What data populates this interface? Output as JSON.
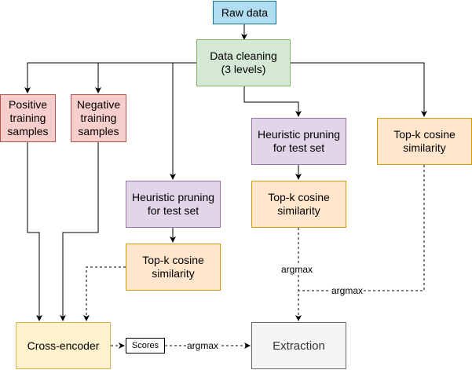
{
  "diagram": {
    "nodes": {
      "raw_data": "Raw data",
      "data_cleaning": "Data cleaning\n(3 levels)",
      "positive_samples": "Positive training samples",
      "negative_samples": "Negative training samples",
      "heuristic_left": "Heuristic pruning for test set",
      "topk_left": "Top-k cosine similarity",
      "heuristic_mid": "Heuristic pruning for test set",
      "topk_mid": "Top-k cosine similarity",
      "topk_right": "Top-k cosine similarity",
      "cross_encoder": "Cross-encoder",
      "scores": "Scores",
      "extraction": "Extraction"
    },
    "edge_labels": {
      "mid_argmax": "argmax",
      "right_argmax": "argmax",
      "scores_argmax": "argmax"
    },
    "edges": [
      {
        "from": "raw_data",
        "to": "data_cleaning",
        "style": "solid"
      },
      {
        "from": "data_cleaning",
        "to": "positive_samples",
        "style": "solid"
      },
      {
        "from": "data_cleaning",
        "to": "negative_samples",
        "style": "solid"
      },
      {
        "from": "data_cleaning",
        "to": "heuristic_left",
        "style": "solid"
      },
      {
        "from": "data_cleaning",
        "to": "heuristic_mid",
        "style": "solid"
      },
      {
        "from": "data_cleaning",
        "to": "topk_right",
        "style": "solid"
      },
      {
        "from": "heuristic_left",
        "to": "topk_left",
        "style": "solid"
      },
      {
        "from": "heuristic_mid",
        "to": "topk_mid",
        "style": "solid"
      },
      {
        "from": "positive_samples",
        "to": "cross_encoder",
        "style": "solid"
      },
      {
        "from": "negative_samples",
        "to": "cross_encoder",
        "style": "solid"
      },
      {
        "from": "topk_left",
        "to": "cross_encoder",
        "style": "dashed"
      },
      {
        "from": "cross_encoder",
        "to": "scores",
        "style": "dashed"
      },
      {
        "from": "scores",
        "to": "extraction",
        "style": "dashed",
        "label": "argmax"
      },
      {
        "from": "topk_mid",
        "to": "extraction",
        "style": "dashed",
        "label": "argmax"
      },
      {
        "from": "topk_right",
        "to": "extraction",
        "style": "dashed",
        "label": "argmax"
      }
    ],
    "colors": {
      "blue_fill": "#b1ddf0",
      "green_fill": "#d5e8d4",
      "red_fill": "#f8cecc",
      "purple_fill": "#e1d5e7",
      "orange_fill": "#ffe6cc",
      "yellow_fill": "#fff2cc",
      "gray_fill": "#f5f5f5"
    }
  }
}
